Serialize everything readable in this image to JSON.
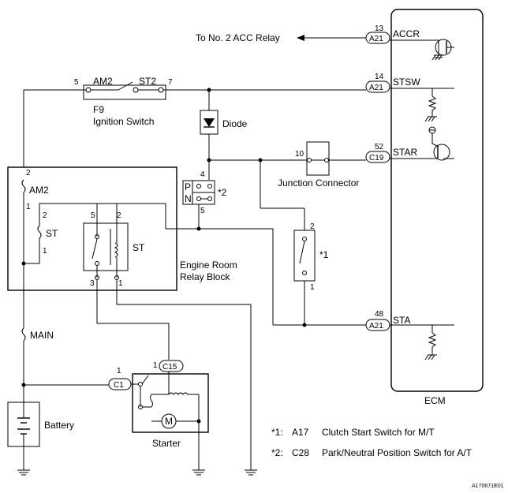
{
  "labels": {
    "acc_relay": "To No. 2 ACC Relay",
    "ignition_switch_code": "F9",
    "ignition_switch_name": "Ignition Switch",
    "am2_contact": "AM2",
    "st2_contact": "ST2",
    "pin_5": "5",
    "pin_7": "7",
    "diode": "Diode",
    "junction_connector": "Junction Connector",
    "relay_block_line1": "Engine Room",
    "relay_block_line2": "Relay Block",
    "fuse_am2": "AM2",
    "fuse_st": "ST",
    "relay_st": "ST",
    "fuse_main": "MAIN",
    "battery": "Battery",
    "starter": "Starter",
    "motor": "M",
    "ecm": "ECM",
    "mark_1": "*1",
    "mark_2": "*2",
    "pn_p": "P",
    "pn_n": "N",
    "figure_code": "A170671E01"
  },
  "ecm_terminals": [
    {
      "pin": "13",
      "connector": "A21",
      "name": "ACCR"
    },
    {
      "pin": "14",
      "connector": "A21",
      "name": "STSW"
    },
    {
      "pin": "52",
      "connector": "C19",
      "name": "STAR"
    },
    {
      "pin": "48",
      "connector": "A21",
      "name": "STA"
    }
  ],
  "connectors": {
    "c15": "C15",
    "c15_pin": "1",
    "c1": "C1",
    "c1_pin": "1"
  },
  "pins": {
    "pn_4": "4",
    "pn_5": "5",
    "jc_10": "10",
    "clutch_2": "2",
    "clutch_1": "1",
    "am2_2": "2",
    "am2_1": "1",
    "st_fuse_2": "2",
    "st_fuse_1": "1",
    "relay_5": "5",
    "relay_2": "2",
    "relay_3": "3",
    "relay_1": "1"
  },
  "notes": [
    {
      "mark": "*1:",
      "code": "A17",
      "text": "Clutch Start Switch for M/T"
    },
    {
      "mark": "*2:",
      "code": "C28",
      "text": "Park/Neutral Position Switch for A/T"
    }
  ]
}
